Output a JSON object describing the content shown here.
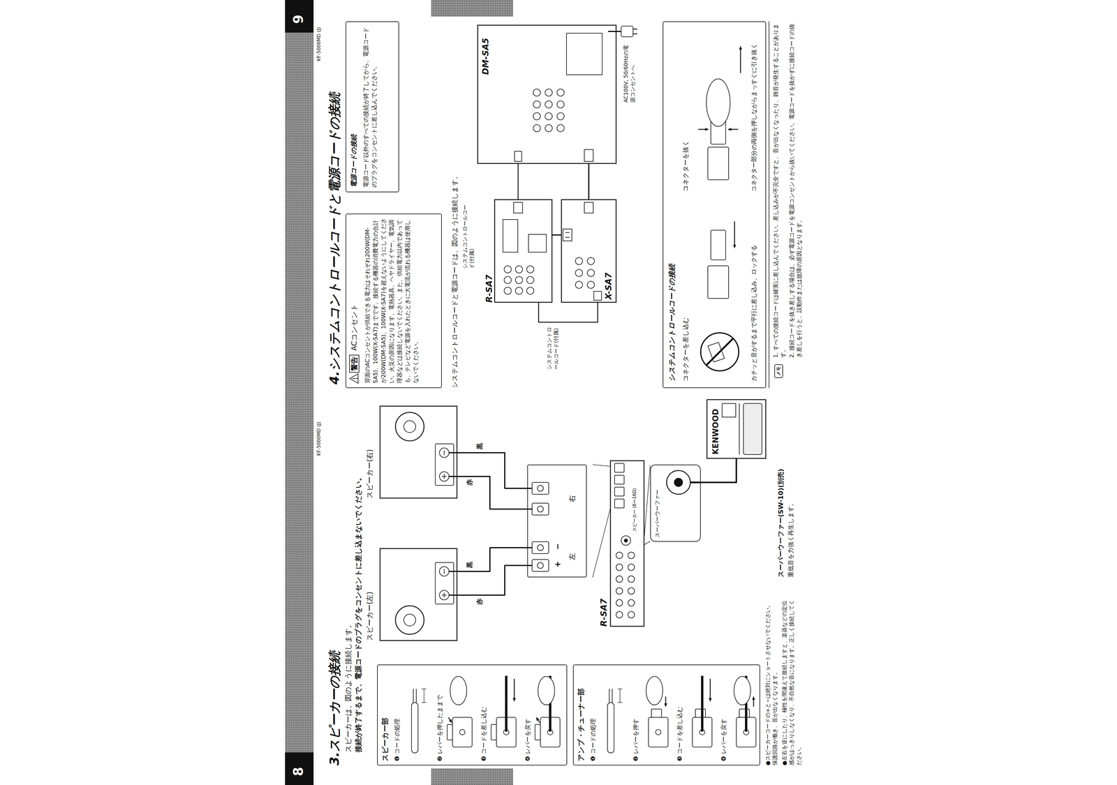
{
  "diagram": {
    "title": "3.スピーカーの接続",
    "nodes": [
      {
        "text": [
          "スピーカー部",
          "❶ コードの処理",
          "❷ レバーを押したままで",
          "❸ コードを差し込む",
          "❹ レバーを戻す"
        ]
      },
      {
        "text": [
          "アンプ・チューナー部",
          "❶ コードの処理",
          "❷ レバーを押す",
          "❸ コードを差し込む",
          "❹ レバーを戻す"
        ]
      },
      {
        "text": [
          "スピーカー(左)"
        ]
      },
      {
        "text": [
          "スピーカー(右)"
        ]
      },
      {
        "text": [
          "+",
          "−",
          "左",
          "右"
        ]
      },
      {
        "text": [
          "R-SA7",
          "スピーカー (6〜16Ω)"
        ]
      },
      {
        "text": [
          "スーパーウーファー"
        ]
      },
      {
        "text": [
          "KENWOOD"
        ]
      },
      {
        "text": [
          "警告",
          "ACコンセント",
          "背面のACコンセントが供給できる電力はそれぞれ200W(DM-SA5)、100W(X-SA7)までです。接続する機器の消費電力の合計が200W(DM-SA5)、100W(X-SA7)を超えないようにしてください。火災の原因になります。電熱器具、ヘヤドライヤー、電気調理器などは接続しないでください。また、供給電力以内であっても、テレビなど電源を入れたときに大電流が流れる機器は使用しないでください。"
        ]
      },
      {
        "text": [
          "電源コードの接続",
          "電源コード以外のすべての接続が終了してから、電源コードのプラグをコンセントに差し込んでください。"
        ]
      },
      {
        "text": [
          "R-SA7"
        ]
      },
      {
        "text": [
          "X-SA7"
        ]
      },
      {
        "text": [
          "DM-SA5"
        ]
      },
      {
        "text": [
          "システムコントロールコードの接続",
          "コネクターを差し込む",
          "カチッと音がするまで平行に差し込み、ロックする",
          "コネクターを抜く",
          "コネクター部分の両側を押しながらまっすぐに引き抜く"
        ]
      }
    ],
    "edges": [
      {
        "from": 4,
        "to": 2,
        "label": "赤",
        "arrow": "none"
      },
      {
        "from": 4,
        "to": 2,
        "label": "黒",
        "arrow": "none"
      },
      {
        "from": 4,
        "to": 3,
        "label": "赤",
        "arrow": "none"
      },
      {
        "from": 4,
        "to": 3,
        "label": "黒",
        "arrow": "none"
      },
      {
        "from": 6,
        "to": 7,
        "arrow": "none"
      },
      {
        "from": 10,
        "to": 12,
        "arrow": "none"
      },
      {
        "from": 10,
        "to": 11,
        "arrow": "none"
      },
      {
        "from": 10,
        "to": 11,
        "arrow": "none"
      },
      {
        "from": 11,
        "to": 12,
        "arrow": "none"
      }
    ],
    "labels": [
      "4.システムコントロールコードと電源コードの接続",
      "スピーカーは、図のように接続します。",
      "接続が終了するまで、電源コードのプラグをコンセントに差し込まないでください。",
      "●スピーカーコードの+と−は絶対にショートさせないでください。保護回路が働き、音が出なくなります。",
      "●左右を逆にしたり、極性を間違えて接続しますと、楽器などの定位感がはっきりしなくなり、不自然な音になります。正しく接続してください。",
      "スーパーウーファー(SW-10)(別売)",
      "重低音を力強く再生します。",
      "システムコントロールコードと電源コードは、図のように接続します。",
      "システムコントロールコード(付属)",
      "システムコントロールコード(付属)",
      "AC100V, 50/60Hzの電源コンセントへ",
      "メモ",
      "1. すべての接続コードは確実に差し込んでください。差し込みが不完全ですと、音が出なくなったり、雑音が発生することがあります。",
      "2. 接続コードを抜き差しする場合は、必ず電源コードを電源コンセントから抜いてください。電源コードを抜かずに接続コードの抜き差しを行うと、誤動作または故障の原因となります。",
      "8",
      "9",
      "KF-5000MD (J)",
      "KF-5000MD (J)"
    ]
  }
}
